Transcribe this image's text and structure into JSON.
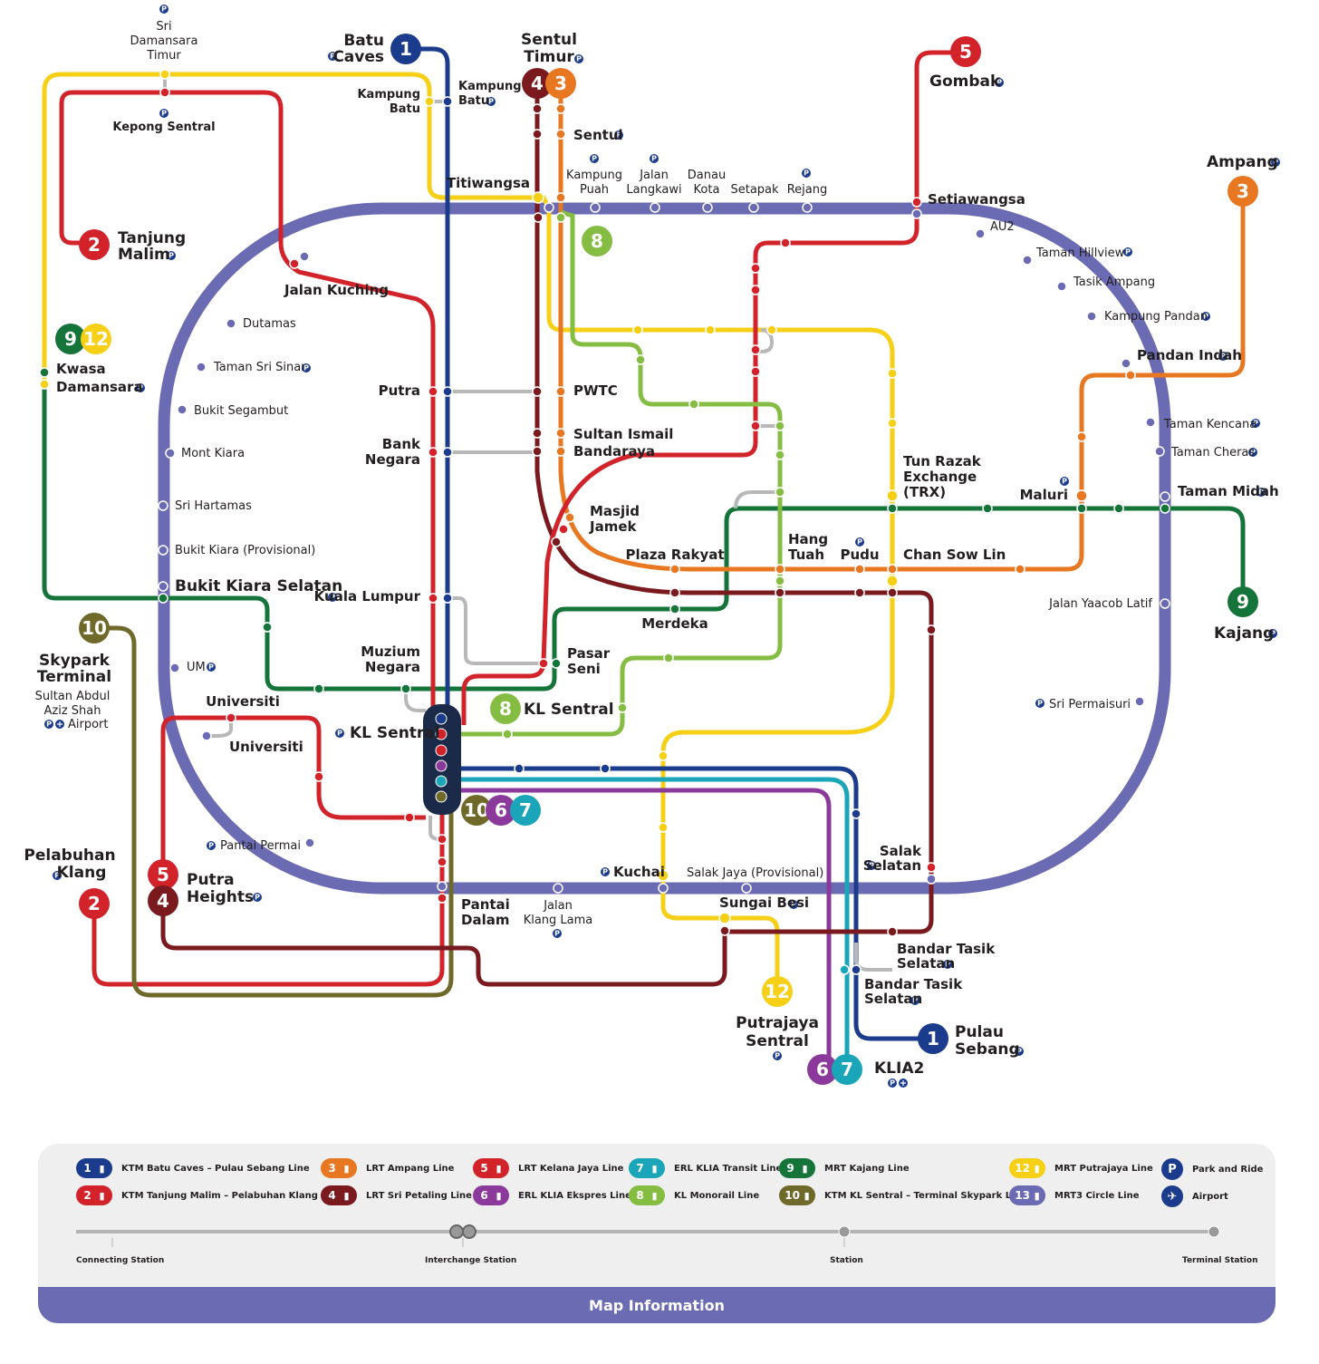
{
  "colors": {
    "line1": "#1b3c8c",
    "line2": "#d2232a",
    "line3": "#e87722",
    "line4": "#7a1a1f",
    "line5": "#d2232a",
    "line6": "#8b3a9b",
    "line7": "#1aa6b8",
    "line8": "#84bd41",
    "line9": "#15743a",
    "line10": "#6f6a2a",
    "line12": "#f6cf17",
    "line13": "#6b6bb3",
    "park": "#1b3c8c",
    "footer": "#6b6bb3",
    "legend_bg": "#efefef"
  },
  "icons": {
    "park": "park-and-ride-icon",
    "airport": "airplane-icon",
    "train": "train-icon"
  },
  "badges": {
    "batu_caves": "1",
    "pulau_sebang": "1",
    "tanjung_malim": "2",
    "pelabuhan_klang": "2",
    "sentul_timur_3": "3",
    "ampang": "3",
    "sentul_timur_4": "4",
    "putra_heights_4": "4",
    "gombak": "5",
    "putra_heights_5": "5",
    "klia_6": "6",
    "klia_7": "7",
    "kl_sentral_10": "10",
    "kl_sentral_6": "6",
    "kl_sentral_7": "7",
    "monorail_north": "8",
    "kl_sentral_8": "8",
    "kwasa_9": "9",
    "kajang": "9",
    "kwasa_12": "12",
    "putrajaya": "12",
    "skypark": "10"
  },
  "stations": {
    "sri_damansara_timur": [
      "Sri",
      "Damansara",
      "Timur"
    ],
    "kepong_sentral": "Kepong Sentral",
    "batu_caves": [
      "Batu",
      "Caves"
    ],
    "kampung_batu_left": [
      "Kampung",
      "Batu"
    ],
    "kampung_batu_right": [
      "Kampung",
      "Batu"
    ],
    "sentul_timur": [
      "Sentul",
      "Timur"
    ],
    "sentul": "Sentul",
    "gombak": "Gombak",
    "ampang": "Ampang",
    "tanjung_malim": [
      "Tanjung",
      "Malim"
    ],
    "titiwangsa": "Titiwangsa",
    "kampung_puah": [
      "Kampung",
      "Puah"
    ],
    "jalan_langkawi": [
      "Jalan",
      "Langkawi"
    ],
    "danau_kota": [
      "Danau",
      "Kota"
    ],
    "setapak": "Setapak",
    "rejang": "Rejang",
    "setiawangsa": "Setiawangsa",
    "au2": "AU2",
    "taman_hillview": "Taman Hillview",
    "tasik_ampang": "Tasik Ampang",
    "kampung_pandan": "Kampung Pandan",
    "pandan_indah": "Pandan Indah",
    "taman_kencana": "Taman Kencana",
    "taman_cheras": "Taman Cheras",
    "taman_midah": "Taman Midah",
    "jalan_kuching": "Jalan Kuching",
    "dutamas": "Dutamas",
    "taman_sri_sinar": "Taman Sri Sinar",
    "bukit_segambut": "Bukit Segambut",
    "mont_kiara": "Mont Kiara",
    "sri_hartamas": "Sri Hartamas",
    "bukit_kiara": "Bukit Kiara (Provisional)",
    "bukit_kiara_selatan": "Bukit Kiara Selatan",
    "kwasa_damansara": [
      "Kwasa",
      "Damansara"
    ],
    "putra": "Putra",
    "pwtc": "PWTC",
    "bank_negara": [
      "Bank",
      "Negara"
    ],
    "sultan_ismail": "Sultan Ismail",
    "bandaraya": "Bandaraya",
    "masjid_jamek": [
      "Masjid",
      "Jamek"
    ],
    "tun_razak": [
      "Tun Razak",
      "Exchange",
      "(TRX)"
    ],
    "maluri": "Maluri",
    "plaza_rakyat": "Plaza Rakyat",
    "hang_tuah": [
      "Hang",
      "Tuah"
    ],
    "pudu": "Pudu",
    "chan_sow_lin": "Chan Sow Lin",
    "kuala_lumpur": "Kuala Lumpur",
    "merdeka": "Merdeka",
    "jalan_yaacob_latif": "Jalan Yaacob Latif",
    "kajang": "Kajang",
    "skypark_terminal": [
      "Skypark",
      "Terminal"
    ],
    "sultan_abdul_aziz_shah": [
      "Sultan Abdul",
      "Aziz Shah"
    ],
    "airport": "Airport",
    "um": "UM",
    "muzium_negara": [
      "Muzium",
      "Negara"
    ],
    "pasar_seni": [
      "Pasar",
      "Seni"
    ],
    "kl_sentral": "KL Sentral",
    "kl_sentral_monorail": "KL Sentral",
    "universiti_top": "Universiti",
    "universiti_mrt": "Universiti",
    "sri_permaisuri": "Sri Permaisuri",
    "pantai_permai": "Pantai Permai",
    "pelabuhan_klang": [
      "Pelabuhan",
      "Klang"
    ],
    "putra_heights": [
      "Putra",
      "Heights"
    ],
    "kuchai": "Kuchai",
    "salak_jaya": "Salak Jaya (Provisional)",
    "salak_selatan": [
      "Salak",
      "Selatan"
    ],
    "pantai_dalam": [
      "Pantai",
      "Dalam"
    ],
    "jalan_klang_lama": [
      "Jalan",
      "Klang Lama"
    ],
    "sungai_besi": "Sungai Besi",
    "bandar_tasik_selatan_1": [
      "Bandar Tasik",
      "Selatan"
    ],
    "bandar_tasik_selatan_2": [
      "Bandar Tasik",
      "Selatan"
    ],
    "putrajaya_sentral": [
      "Putrajaya",
      "Sentral"
    ],
    "klia2": "KLIA2",
    "pulau_sebang": [
      "Pulau",
      "Sebang"
    ]
  },
  "legend": {
    "items": [
      {
        "num": "1",
        "label": "KTM Batu Caves – Pulau Sebang Line",
        "color": "#1b3c8c"
      },
      {
        "num": "2",
        "label": "KTM Tanjung Malim – Pelabuhan Klang Line",
        "color": "#d2232a"
      },
      {
        "num": "3",
        "label": "LRT Ampang Line",
        "color": "#e87722"
      },
      {
        "num": "4",
        "label": "LRT Sri Petaling Line",
        "color": "#7a1a1f"
      },
      {
        "num": "5",
        "label": "LRT Kelana Jaya Line",
        "color": "#d2232a"
      },
      {
        "num": "6",
        "label": "ERL KLIA Ekspres Line",
        "color": "#8b3a9b"
      },
      {
        "num": "7",
        "label": "ERL KLIA Transit Line",
        "color": "#1aa6b8"
      },
      {
        "num": "8",
        "label": "KL Monorail Line",
        "color": "#84bd41"
      },
      {
        "num": "9",
        "label": "MRT Kajang Line",
        "color": "#15743a"
      },
      {
        "num": "10",
        "label": "KTM KL Sentral – Terminal Skypark Line",
        "color": "#6f6a2a"
      },
      {
        "num": "12",
        "label": "MRT Putrajaya Line",
        "color": "#f6cf17"
      },
      {
        "num": "13",
        "label": "MRT3 Circle Line",
        "color": "#6b6bb3"
      }
    ],
    "park_label": "Park and Ride",
    "park_symbol": "P",
    "airport_label": "Airport",
    "key": {
      "connecting": "Connecting Station",
      "interchange": "Interchange Station",
      "station": "Station",
      "terminal": "Terminal Station"
    },
    "footer": "Map Information"
  }
}
